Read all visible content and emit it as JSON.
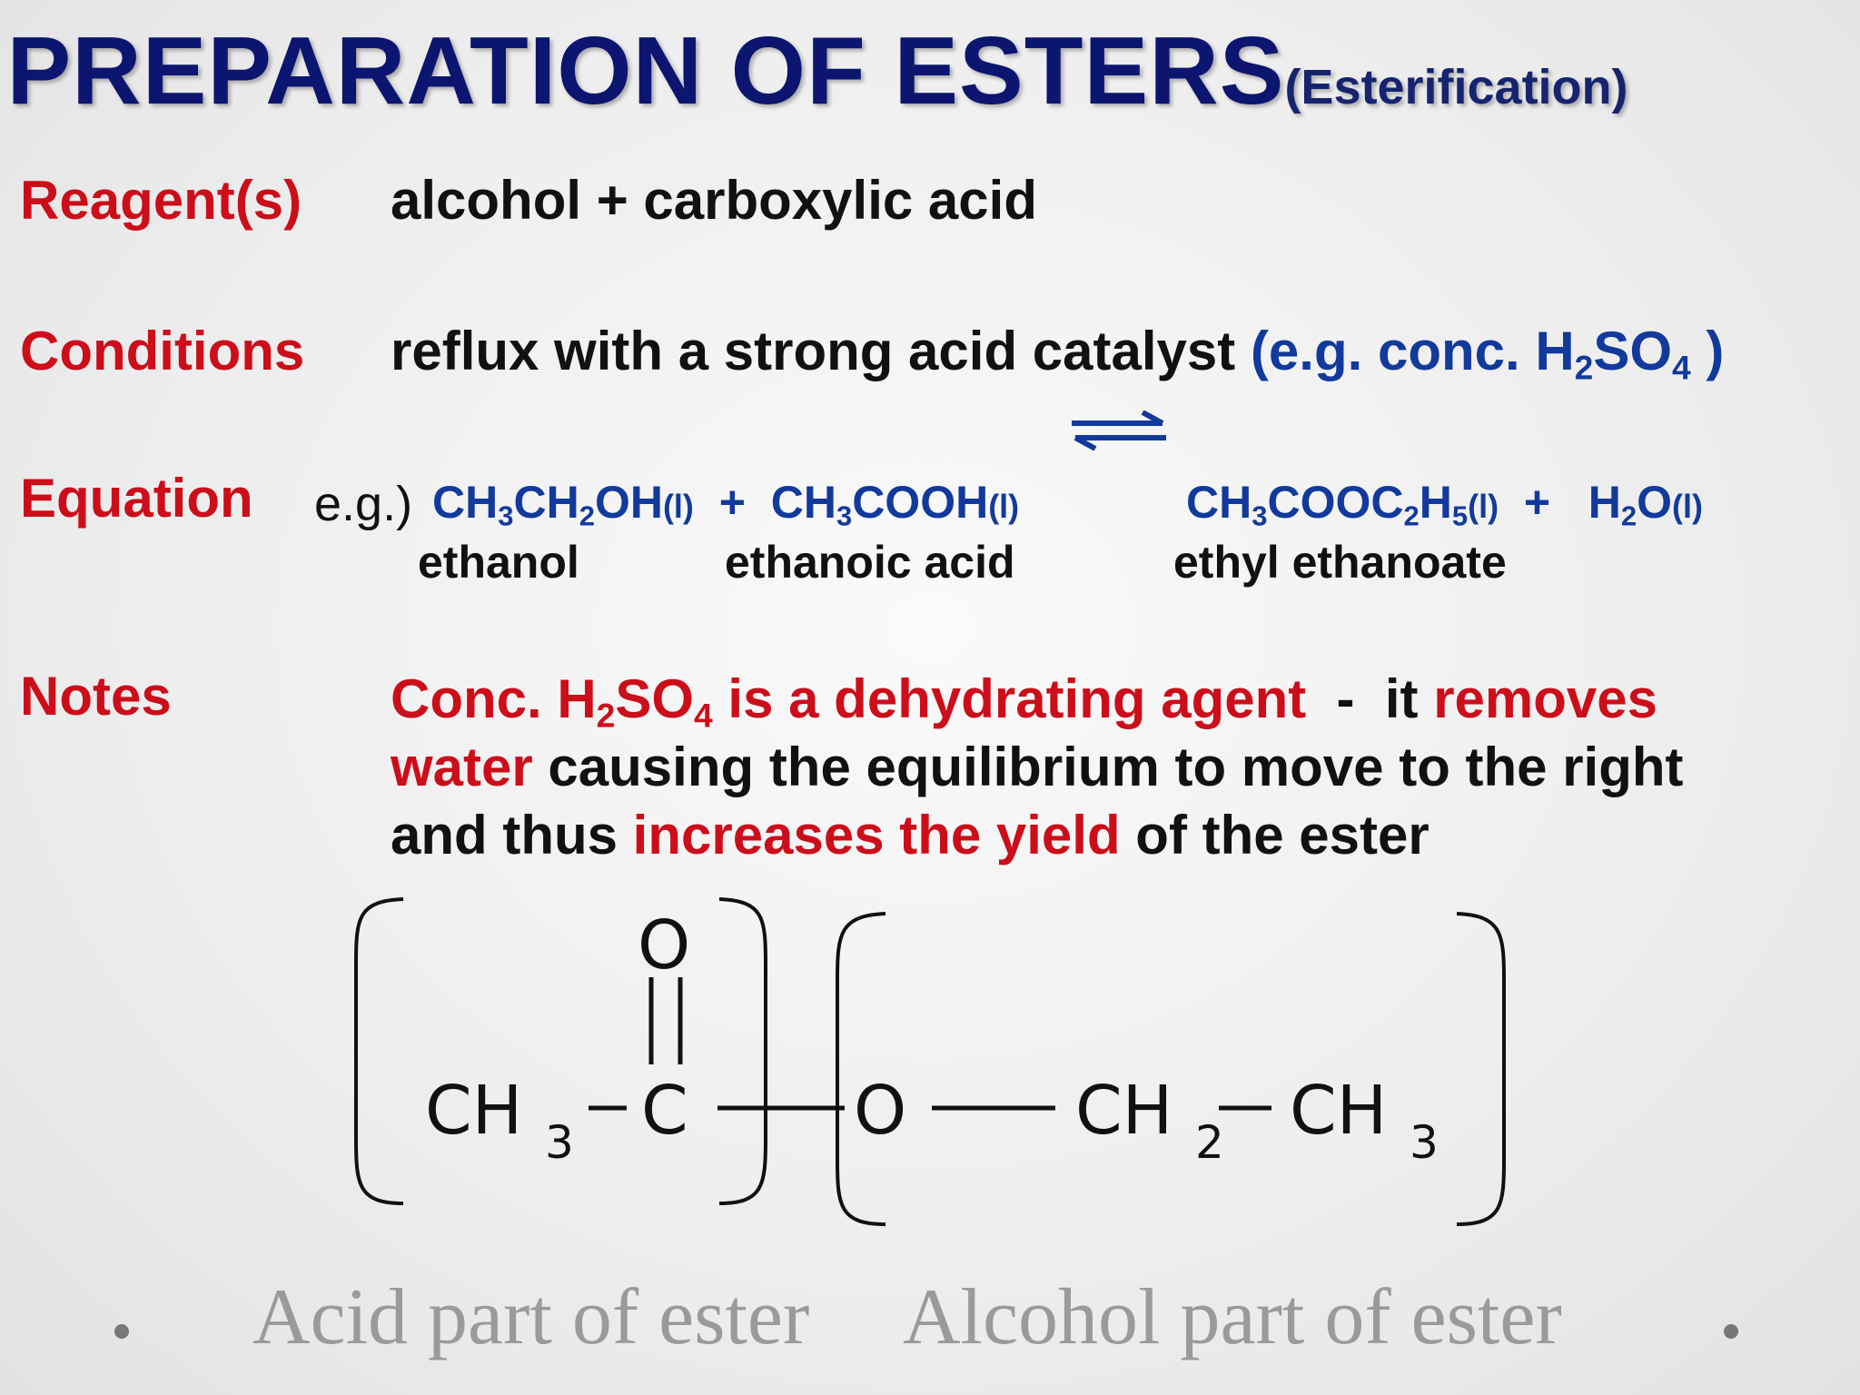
{
  "title": {
    "main": "PREPARATION OF ESTERS",
    "sub": "(Esterification)"
  },
  "reagents": {
    "label": "Reagent(s)",
    "text": "alcohol  +  carboxylic acid"
  },
  "conditions": {
    "label": "Conditions",
    "text": "reflux with a strong acid catalyst",
    "catalyst_prefix": "(e.g.  conc. H",
    "sub_2": "2",
    "catalyst_mid": "SO",
    "sub_4": "4",
    "catalyst_suffix": " )"
  },
  "equation": {
    "label": "Equation",
    "eg": "e.g.)",
    "equilibrium_arrow": "equilibrium-arrow",
    "reactants": [
      {
        "parts": [
          "CH",
          "3",
          "CH",
          "2",
          "OH"
        ],
        "phase": "(l)",
        "name": "ethanol"
      },
      {
        "parts": [
          "CH",
          "3",
          "COOH"
        ],
        "phase": "(l)",
        "name": "ethanoic acid"
      }
    ],
    "products": [
      {
        "parts": [
          "CH",
          "3",
          "COOC",
          "2",
          "H",
          "5"
        ],
        "phase": "(l)",
        "name": "ethyl ethanoate"
      },
      {
        "parts": [
          "H",
          "2",
          "O"
        ],
        "phase": "(l)"
      }
    ],
    "plus": "+"
  },
  "notes": {
    "label": "Notes",
    "line1_red_a": "Conc. H",
    "line1_sub_2": "2",
    "line1_red_b": "SO",
    "line1_sub_4": "4",
    "line1_red_c": " is a dehydrating agent",
    "line1_black": "  -  it ",
    "line1_red_d": "removes",
    "line2_red": "water",
    "line2_black": " causing the equilibrium to move to the right",
    "line3_black_a": "and thus ",
    "line3_red": "increases the yield",
    "line3_black_b": " of the ester"
  },
  "structure": {
    "atoms": [
      "CH",
      "3",
      "C",
      "O",
      "O",
      "CH",
      "2",
      "CH",
      "3"
    ],
    "acid_caption": "Acid part of ester",
    "alcohol_caption": "Alcohol part of ester"
  },
  "colors": {
    "title": "#0c1570",
    "label_red": "#cc0e1a",
    "formula_blue": "#123a9c"
  }
}
